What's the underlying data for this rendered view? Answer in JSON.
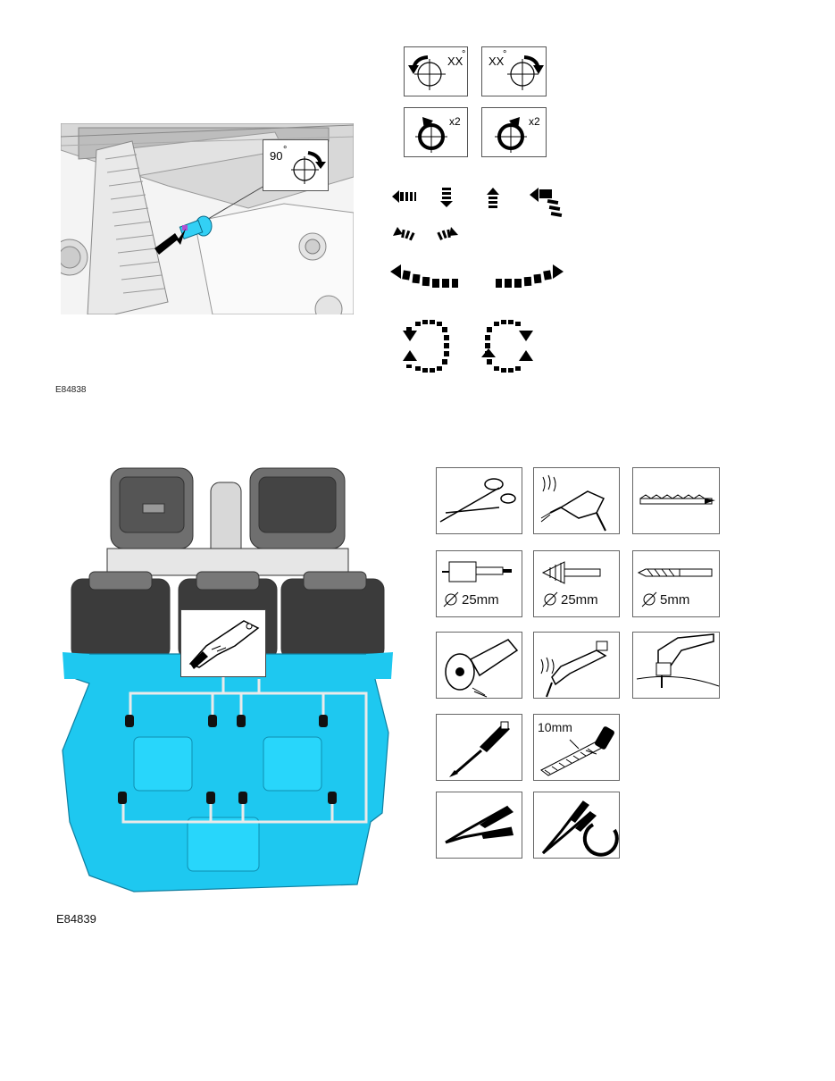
{
  "figure1": {
    "id": "E84838",
    "callout_angle": "90",
    "callout_degree": "°"
  },
  "symbols": {
    "rotate_ccw_label": "XX",
    "rotate_cw_label": "XX",
    "degree": "°",
    "turns_left_label": "x2",
    "turns_right_label": "x2"
  },
  "figure2": {
    "id": "E84839"
  },
  "tools": {
    "holesaw_size": "25mm",
    "stepdrill_size": "25mm",
    "drillbit_size": "5mm",
    "file_size": "10mm"
  },
  "colors": {
    "floor_highlight": "#1ec8f0",
    "fastener_blue": "#33d0f5"
  }
}
